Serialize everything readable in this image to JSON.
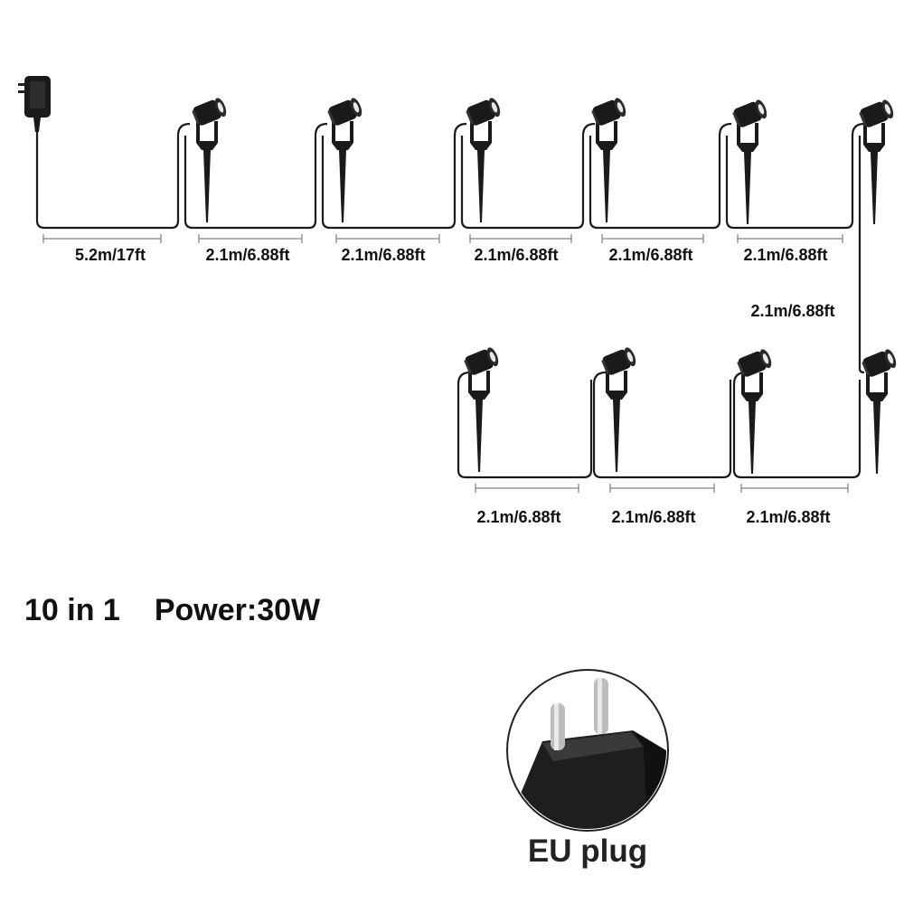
{
  "colors": {
    "ink": "#111111",
    "cable": "#1a1a1a",
    "dim": "#666666",
    "plug_bg": "#ffffff"
  },
  "icons": {
    "light": "spotlight-stake-icon",
    "adapter": "power-adapter-icon",
    "plug": "eu-plug-icon"
  },
  "summary": {
    "set": "10 in 1",
    "power": "Power:30W"
  },
  "plug": {
    "caption": "EU plug"
  },
  "segments": {
    "adapter_cable": "5.2m/17ft",
    "top": [
      "2.1m/6.88ft",
      "2.1m/6.88ft",
      "2.1m/6.88ft",
      "2.1m/6.88ft",
      "2.1m/6.88ft"
    ],
    "connector": "2.1m/6.88ft",
    "bottom": [
      "2.1m/6.88ft",
      "2.1m/6.88ft",
      "2.1m/6.88ft"
    ]
  }
}
